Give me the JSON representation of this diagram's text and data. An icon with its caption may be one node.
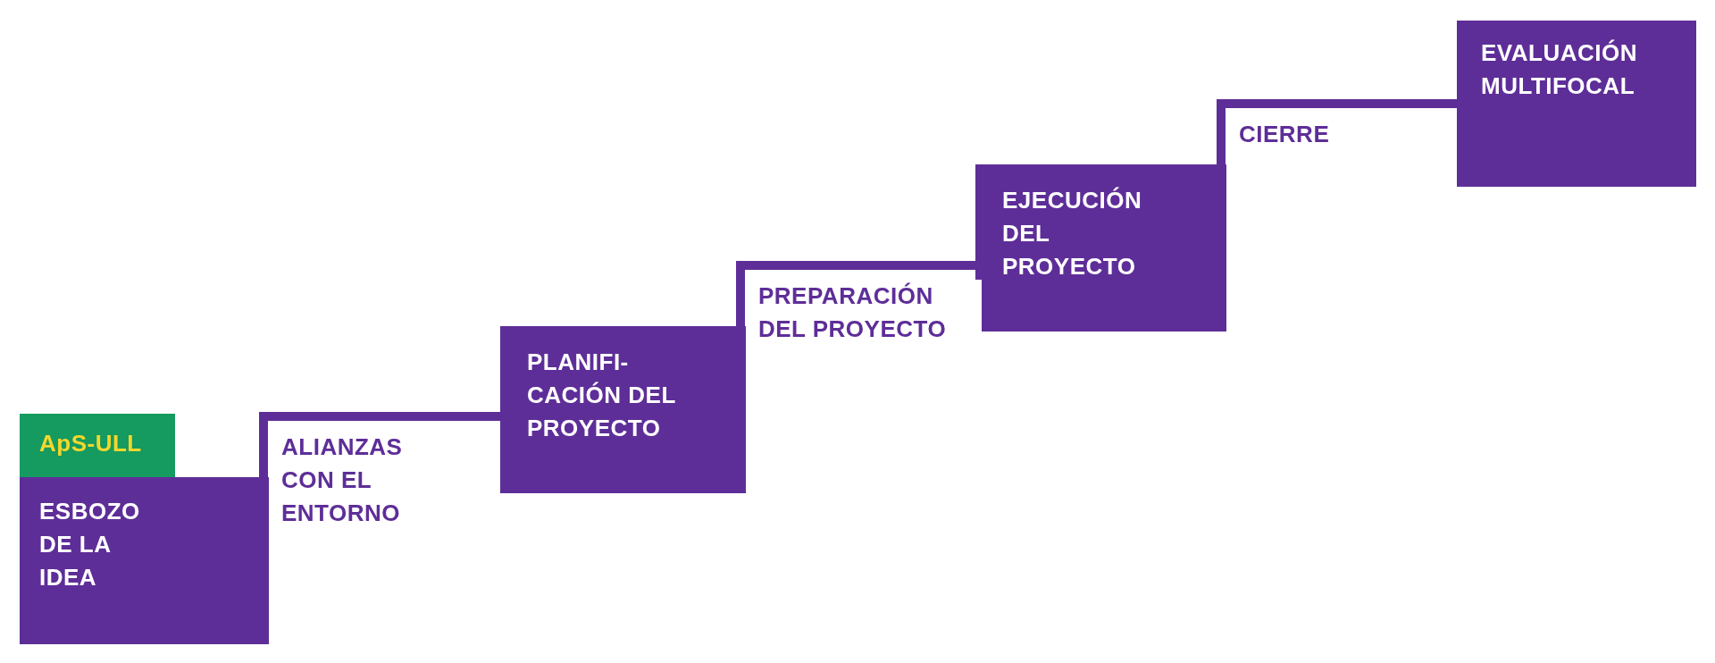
{
  "diagram": {
    "nodes": [
      {
        "text": [
          "ApS-ULL"
        ]
      },
      {
        "text": [
          "ESBOZO DE LA IDEA"
        ]
      },
      {
        "text": [
          "PLANIFI- CACIÓN DEL PROYECTO"
        ]
      },
      {
        "text": [
          "EJECUCIÓN DEL PROYECTO"
        ]
      },
      {
        "text": [
          "EVALUACIÓN MULTIFOCAL"
        ]
      }
    ],
    "edges": [
      {
        "from": 1,
        "to": 2,
        "arrow": "none",
        "label": "ALIANZAS CON EL ENTORNO"
      },
      {
        "from": 2,
        "to": 3,
        "arrow": "none",
        "label": "PREPARACIÓN DEL PROYECTO"
      },
      {
        "from": 3,
        "to": 4,
        "arrow": "none",
        "label": "CIERRE"
      }
    ]
  }
}
